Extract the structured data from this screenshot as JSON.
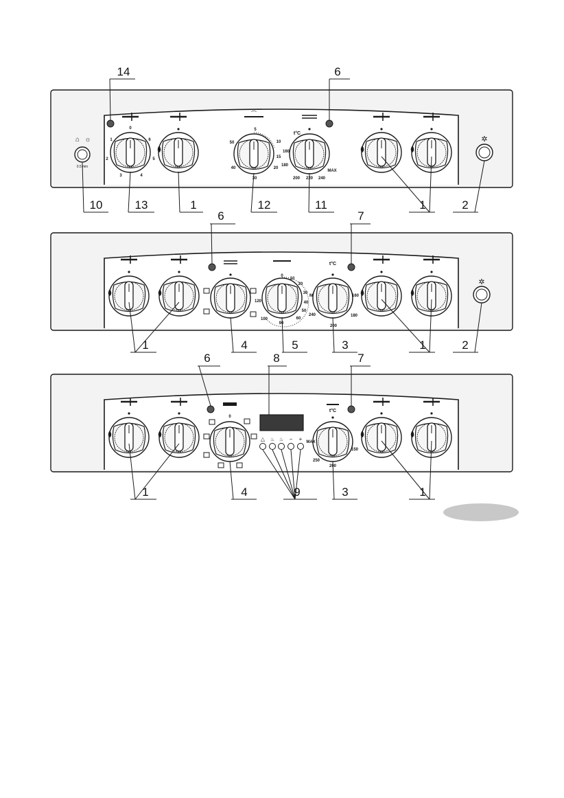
{
  "figure": {
    "panel_top": {
      "callouts": {
        "c14": "14",
        "c6": "6",
        "c10": "10",
        "c13": "13",
        "c1a": "1",
        "c12": "12",
        "c11": "11",
        "c1b": "1",
        "c2": "2"
      },
      "knob13_scale": {
        "n0": "0",
        "n1": "1",
        "n2": "2",
        "n3": "3",
        "n4": "4",
        "n5": "5",
        "n6": "6"
      },
      "timer_scale": {
        "n5": "5",
        "n10": "10",
        "n15": "15",
        "n20": "20",
        "n30": "30",
        "n40": "40",
        "n50": "50"
      },
      "thermo_scale": {
        "tc": "t°C",
        "n160": "160",
        "n180": "180",
        "n200": "200",
        "n220": "220",
        "n240": "240",
        "max": "MAX"
      },
      "button_label": "0.5 min"
    },
    "panel_middle": {
      "callouts": {
        "c6": "6",
        "c7": "7",
        "c1a": "1",
        "c4": "4",
        "c5": "5",
        "c3": "3",
        "c1b": "1",
        "c2": "2"
      },
      "timer_scale": {
        "n0": "0",
        "n10": "10",
        "n20": "20",
        "n30": "30",
        "n40": "40",
        "n50": "50",
        "n60": "60",
        "n90": "90",
        "n100": "100",
        "n120": "120",
        "max": "MAX"
      },
      "thermo_scale": {
        "tc": "t°C",
        "n160": "160",
        "n180": "180",
        "n200": "200",
        "n240": "240"
      }
    },
    "panel_bottom": {
      "callouts": {
        "c6": "6",
        "c8": "8",
        "c7": "7",
        "c1a": "1",
        "c4": "4",
        "c9": "9",
        "c3": "3",
        "c1b": "1"
      },
      "selector_scale": {
        "n0": "0"
      },
      "thermo_scale": {
        "tc": "t°C",
        "n150": "150",
        "n200": "200",
        "n250": "250",
        "max": "MAX"
      },
      "key_symbols": {
        "minus": "−",
        "plus": "+"
      }
    }
  },
  "colors": {
    "line": "#1a1a1a",
    "panel": "#f3f3f3",
    "knob_fill": "#fafafa",
    "indicator": "#555555",
    "badge": "#c8c8c8"
  }
}
